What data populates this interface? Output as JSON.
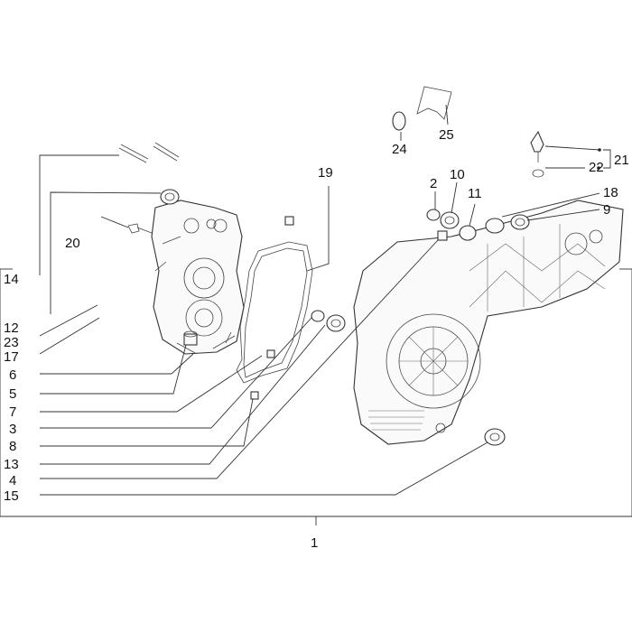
{
  "callouts": [
    {
      "id": "c1",
      "text": "1"
    },
    {
      "id": "c2",
      "text": "2"
    },
    {
      "id": "c3",
      "text": "3"
    },
    {
      "id": "c4",
      "text": "4"
    },
    {
      "id": "c5",
      "text": "5"
    },
    {
      "id": "c6",
      "text": "6"
    },
    {
      "id": "c7",
      "text": "7"
    },
    {
      "id": "c8",
      "text": "8"
    },
    {
      "id": "c9",
      "text": "9"
    },
    {
      "id": "c10",
      "text": "10"
    },
    {
      "id": "c11",
      "text": "11"
    },
    {
      "id": "c12",
      "text": "12"
    },
    {
      "id": "c13",
      "text": "13"
    },
    {
      "id": "c14",
      "text": "14"
    },
    {
      "id": "c15",
      "text": "15"
    },
    {
      "id": "c17",
      "text": "17"
    },
    {
      "id": "c18",
      "text": "18"
    },
    {
      "id": "c19",
      "text": "19"
    },
    {
      "id": "c20",
      "text": "20"
    },
    {
      "id": "c21",
      "text": "21"
    },
    {
      "id": "c22",
      "text": "22"
    },
    {
      "id": "c23",
      "text": "23"
    },
    {
      "id": "c24",
      "text": "24"
    },
    {
      "id": "c25",
      "text": "25"
    }
  ]
}
